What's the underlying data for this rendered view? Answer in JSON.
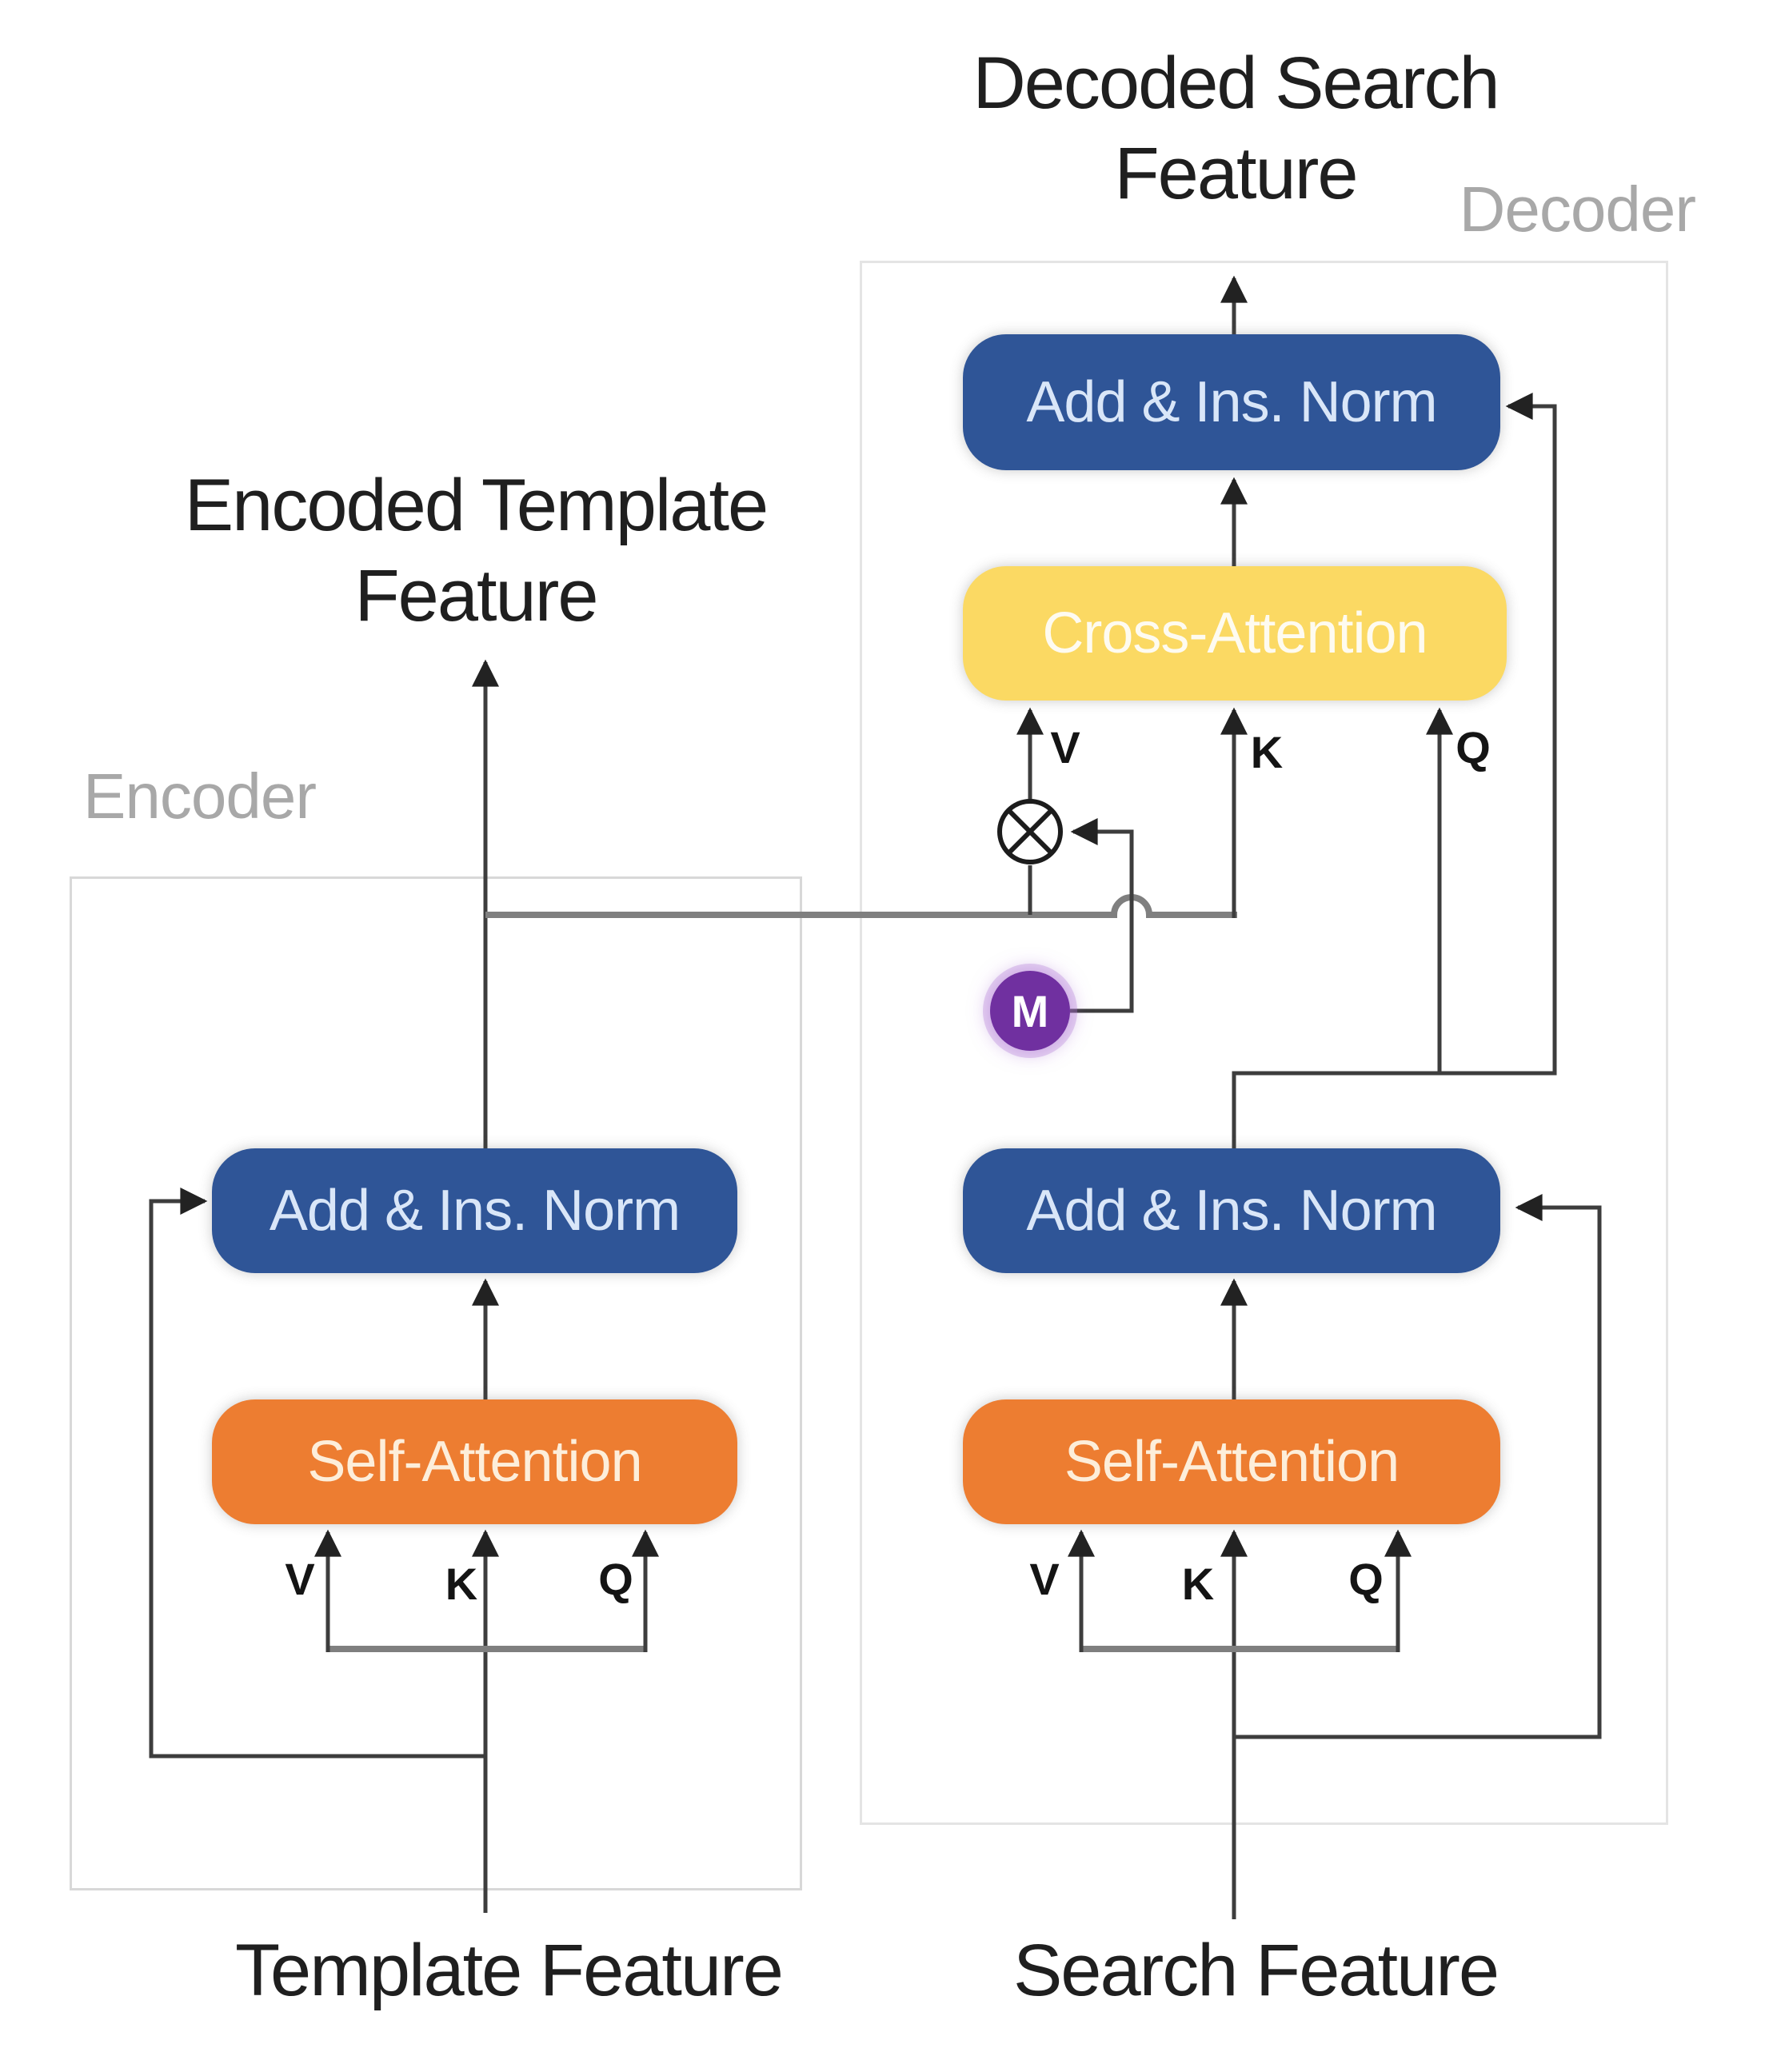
{
  "labels": {
    "decoded_output": {
      "line1": "Decoded Search",
      "line2": "Feature"
    },
    "encoded_output": {
      "line1": "Encoded Template",
      "line2": "Feature"
    },
    "encoder_region": "Encoder",
    "decoder_region": "Decoder",
    "template_input": "Template Feature",
    "search_input": "Search Feature",
    "v": "V",
    "k": "K",
    "q": "Q",
    "mask": "M"
  },
  "blocks": {
    "encoder_add_norm": "Add & Ins. Norm",
    "encoder_self_attention": "Self-Attention",
    "decoder_add_norm_top": "Add & Ins. Norm",
    "decoder_cross_attention": "Cross-Attention",
    "decoder_add_norm": "Add & Ins. Norm",
    "decoder_self_attention": "Self-Attention"
  },
  "icons": {
    "multiply_icon": "circled-x-elementwise-multiply",
    "mask_icon": "mask-circle-M"
  },
  "colors": {
    "add_norm_fill": "#2f5597",
    "add_norm_text": "#d9e6f8",
    "self_attention_fill": "#ed7d31",
    "self_attention_text": "#fdeeda",
    "cross_attention_fill": "#fbd963",
    "cross_attention_text": "#fefbf0",
    "mask_fill": "#7030a0",
    "mask_text": "#ffffff",
    "region_border": "#d8d8d8",
    "region_label_text": "#a8a8a8",
    "wire_dark": "#3d3d3d",
    "wire_gray": "#7f7f7f",
    "title_text": "#1f1f1f"
  }
}
